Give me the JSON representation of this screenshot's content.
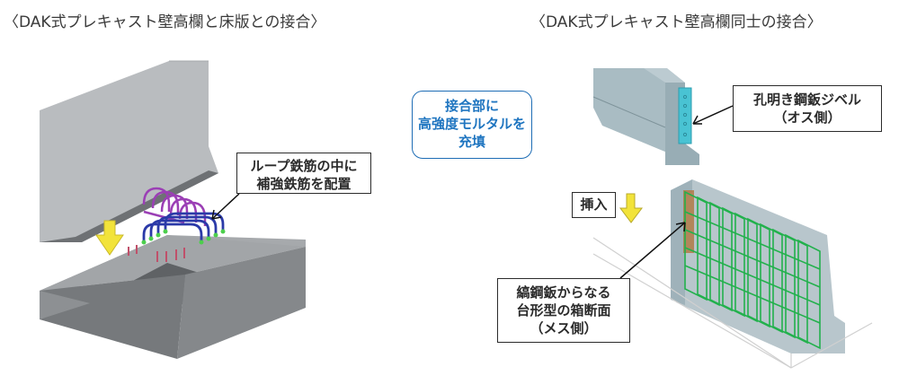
{
  "titles": {
    "left": "〈DAK式プレキャスト壁高欄と床版との接合〉",
    "right": "〈DAK式プレキャスト壁高欄同士の接合〉"
  },
  "callouts": {
    "loop_rebar": [
      "ループ鉄筋の中に",
      "補強鉄筋を配置"
    ],
    "mortar": [
      "接合部に",
      "高強度モルタルを",
      "充填"
    ],
    "dowel": [
      "孔明き鋼鈑ジベル",
      "（オス側）"
    ],
    "insert": "挿入",
    "box_section": [
      "縞鋼鈑からなる",
      "台形型の箱断面",
      "（メス側）"
    ]
  },
  "colors": {
    "concrete_light": "#b9bcbf",
    "concrete_dark": "#6e7174",
    "precast_blue": "#a9bcc3",
    "loop_rebar": "#9b3fb5",
    "floor_rebar": "#2b3aa8",
    "cage_green": "#22b14c",
    "dowel_cyan": "#49c3d3",
    "arrow_yellow": "#f2e33a",
    "mortar_text": "#1f75c0"
  }
}
